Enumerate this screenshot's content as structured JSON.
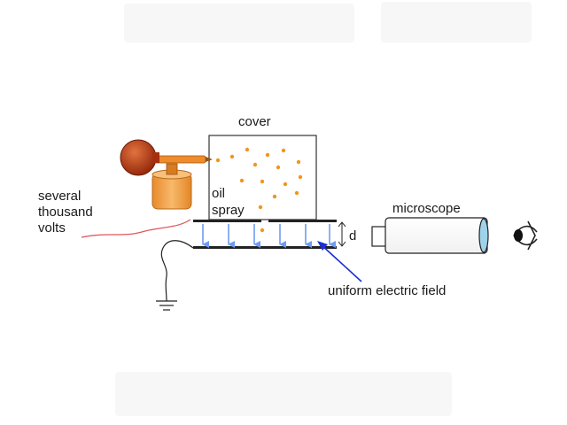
{
  "diagram": {
    "labels": {
      "cover": "cover",
      "oil": "oil",
      "spray": "spray",
      "voltage_line1": "several",
      "voltage_line2": "thousand",
      "voltage_line3": "volts",
      "distance": "d",
      "microscope": "microscope",
      "field": "uniform electric field"
    },
    "colors": {
      "droplet": "#f0961e",
      "bulb": "#b83a12",
      "reservoir": "#f2a24a",
      "wire": "#e0565b",
      "field_arrow": "#6f9cf0",
      "pointer_arrow": "#1c2ed6",
      "lens": "#9ed3ea"
    }
  }
}
